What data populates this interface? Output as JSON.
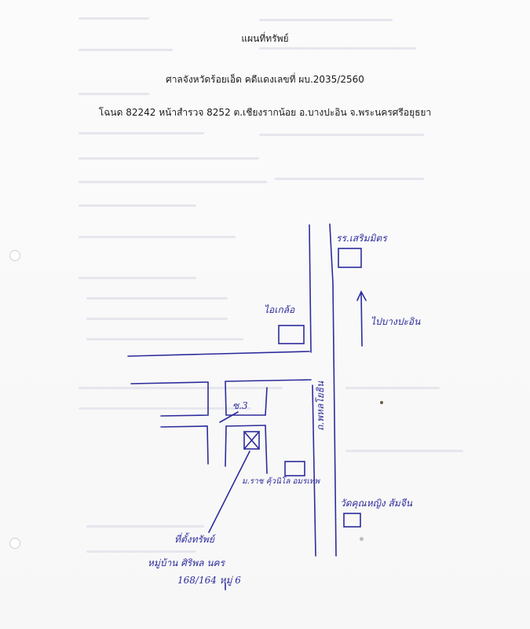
{
  "document": {
    "title": "แผนที่ทรัพย์",
    "court_line": "ศาลจังหวัดร้อยเอ็ด  คดีแดงเลขที่ ผบ.2035/2560",
    "deed_line": "โฉนด 82242 หน้าสำรวจ 8252  ต.เชียงรากน้อย  อ.บางปะอิน  จ.พระนครศรีอยุธยา"
  },
  "map": {
    "ink_color": "#2d2c9c",
    "road_name": "ถ.พหลโยธิน",
    "direction_label": "ไปบางปะอิน",
    "landmark_top": "รร.เสริมมิตร",
    "landmark_top_left": "ไอเกล้อ",
    "soi_label": "ซ.3",
    "landmark_mid": "ม.ราช คุ้วนิโล อมรเทพ",
    "landmark_temple": "วัดคุณหญิง ส้มจีน",
    "property_label": "ที่ตั้งทรัพย์",
    "project_name": "หมู่บ้าน ศิริพล นคร",
    "address": "168/164 หมู่ 6"
  }
}
